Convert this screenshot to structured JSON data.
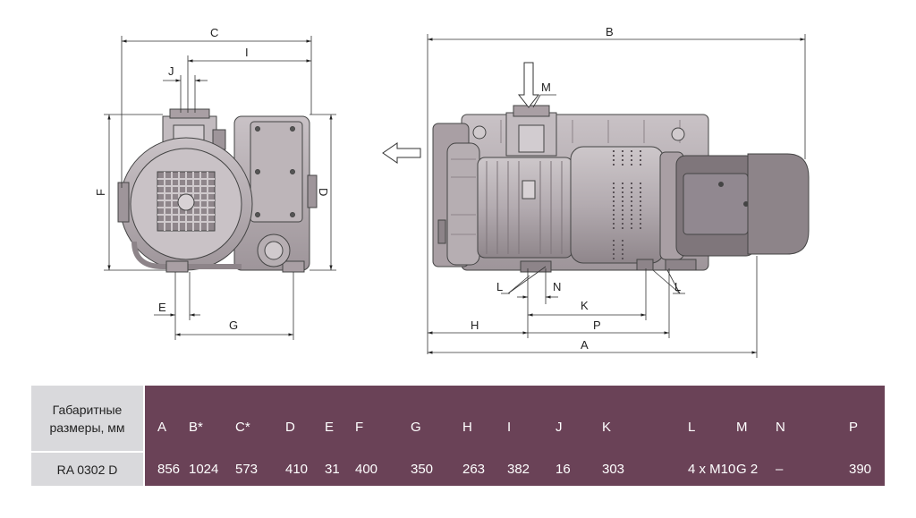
{
  "dimension_labels": {
    "A": "A",
    "B": "B",
    "C": "C",
    "D": "D",
    "E": "E",
    "F": "F",
    "G": "G",
    "H": "H",
    "I": "I",
    "J": "J",
    "K": "K",
    "L": "L",
    "M": "M",
    "N": "N",
    "P": "P"
  },
  "table": {
    "header_label": "Габаритные размеры, мм",
    "columns": [
      "A",
      "B*",
      "C*",
      "D",
      "E",
      "F",
      "G",
      "H",
      "I",
      "J",
      "K",
      "L",
      "M",
      "N",
      "P"
    ],
    "model": "RA 0302 D",
    "values": [
      "856",
      "1024",
      "573",
      "410",
      "31",
      "400",
      "350",
      "263",
      "382",
      "16",
      "303",
      "4 x M10",
      "G 2",
      "–",
      "390"
    ]
  },
  "colors": {
    "table_purple": "#6a4257",
    "table_grey": "#d9d9dc",
    "machine_body": "#b9b2b6",
    "machine_dark": "#8d8489"
  }
}
